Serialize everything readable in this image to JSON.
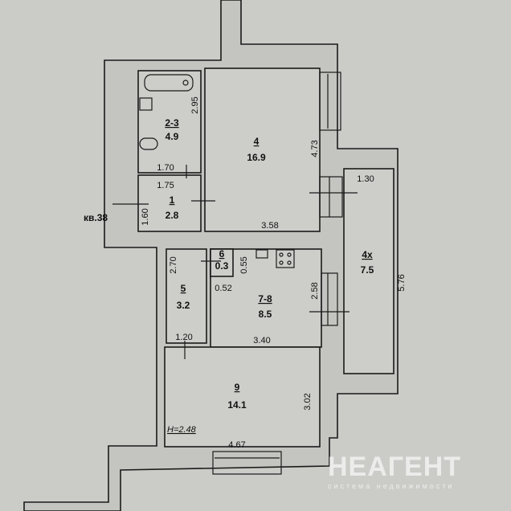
{
  "plan": {
    "apartment_neighbor": "кв.38",
    "ceiling_height": "Н=2.48",
    "rooms": [
      {
        "number": "2-3",
        "area": "4.9"
      },
      {
        "number": "4",
        "area": "16.9"
      },
      {
        "number": "1",
        "area": "2.8"
      },
      {
        "number": "4х",
        "area": "7.5"
      },
      {
        "number": "6",
        "area": "0.3"
      },
      {
        "number": "5",
        "area": "3.2"
      },
      {
        "number": "7-8",
        "area": "8.5"
      },
      {
        "number": "9",
        "area": "14.1"
      }
    ],
    "dimensions": [
      "2.95",
      "1.70",
      "1.75",
      "1.60",
      "4.73",
      "3.58",
      "1.30",
      "5.76",
      "2.70",
      "0.55",
      "0.52",
      "2.58",
      "1.20",
      "3.40",
      "3.02",
      "4.67"
    ]
  },
  "watermark": {
    "brand": "НЕАГЕНТ",
    "tagline": "система недвижимости"
  }
}
